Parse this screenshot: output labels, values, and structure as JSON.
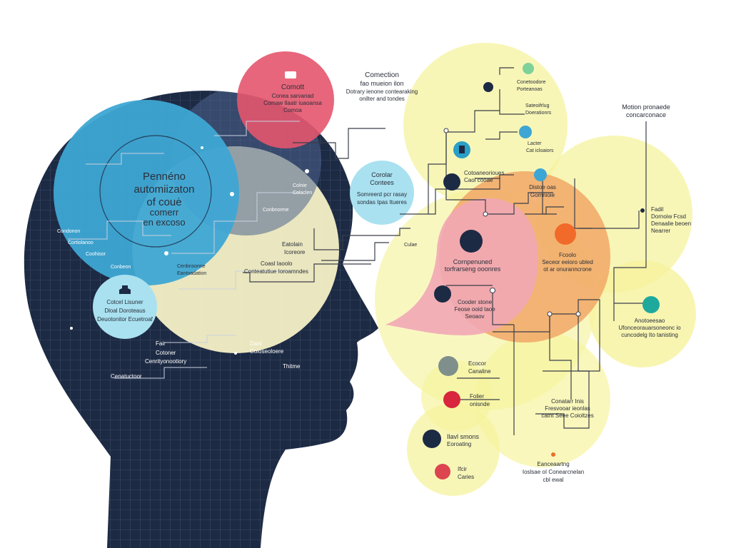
{
  "colors": {
    "head": "#1d2a44",
    "head_grid": "#6f7f9c",
    "blue_circle": "#3ea6d4",
    "red_circle": "#e4556d",
    "cream_blob": "#f5f0c6",
    "yellow_blob": "#f6f39e",
    "orange_circle": "#f2a766",
    "pink_bubble": "#f1a7b5",
    "light_blue_circle": "#a9e1f0",
    "teal_node": "#1ea99c"
  },
  "head_center": {
    "title_lines": [
      "Pennéno",
      "automiizaton",
      "of couė",
      "comerr",
      "en excoso"
    ]
  },
  "red_topic": {
    "icon": "chat-icon",
    "title": "Comott",
    "lines": [
      "Conea sarvanad",
      "Comaw Ilaatr iuaoansa",
      "Comoa"
    ]
  },
  "top_caption": {
    "lines": [
      "Comection",
      "fao mueion ilon",
      "Dotrary ienone contearaking",
      "onilter and tondes"
    ]
  },
  "light_blue_topic": {
    "lines": [
      "Corolar",
      "Contees",
      "Somreerd pcr rasay",
      "sondas Ipas Itueres"
    ]
  },
  "small_blue_topic": {
    "icon": "person-icon",
    "lines": [
      "Cotcel Lisuner",
      "Dloal Doroteaus",
      "Deuotonitor Ecuetroaf"
    ]
  },
  "head_labels": [
    {
      "text": "Condonon"
    },
    {
      "text": "Cortiolanoo"
    },
    {
      "text": "Coohisor"
    },
    {
      "text": "Conbeon"
    },
    {
      "text": "Colnie"
    },
    {
      "text": "Colaclen"
    },
    {
      "text": "Eatolain"
    },
    {
      "text": "Icoreore"
    },
    {
      "text": "Coasl Iaoolo"
    },
    {
      "text": "Conteatutiue Ioroamndes"
    },
    {
      "text": "Cenbnsonne"
    },
    {
      "text": "Eantoadation"
    },
    {
      "text": "Conbnorme"
    },
    {
      "text": "Fair"
    },
    {
      "text": "Cotoner"
    },
    {
      "text": "Cenrityonootiory"
    },
    {
      "text": "Cenatuctoor"
    },
    {
      "text": "Dani"
    },
    {
      "text": "Coloseoloere"
    },
    {
      "text": "Thitme"
    }
  ],
  "right_nodes": [
    {
      "icon": "chart-icon",
      "lines": [
        "Conetoodore",
        "Porteanoas"
      ]
    },
    {
      "icon": "pen-icon",
      "lines": [
        "Sateoifrlug",
        "Doerationrs"
      ]
    },
    {
      "icon": "clip-icon",
      "lines": [
        "Lacter",
        "Cat icloaiors"
      ]
    },
    {
      "icon": "doc-icon",
      "lines": [
        ""
      ]
    },
    {
      "icon": "arrow-icon",
      "lines": [
        "Cotoaneorioues",
        "Caol cooae"
      ]
    },
    {
      "icon": "person-icon",
      "lines": [
        "Distoe oas",
        "Gomnioie"
      ]
    },
    {
      "icon": "cart-icon",
      "lines": [
        "Cornpenuned",
        "torfrarseng ooonres"
      ]
    },
    {
      "icon": "gear-icon",
      "lines": [
        "Fcoolo",
        "Seceor eeioro ubled",
        "ot ar onuranncrone"
      ]
    },
    {
      "icon": "pin-icon",
      "lines": [
        "Fadil",
        "Dornoiw Fcsd",
        "Denaalie beoen",
        "Nearrer"
      ]
    },
    {
      "icon": "tool-icon",
      "lines": [
        "Cooder stone",
        "Feose ooid taoe",
        "Seoaov"
      ]
    },
    {
      "icon": "dot-icon",
      "lines": [
        "Anotoeesao",
        "Ufonceorauarsoneonc io",
        "cuncodelg Ito tanisting"
      ]
    },
    {
      "icon": "box-icon",
      "lines": [
        "Ecocor",
        "Canaline"
      ]
    },
    {
      "icon": "plug-icon",
      "lines": [
        "Folier",
        "onisnde"
      ]
    },
    {
      "icon": "bulb-icon",
      "lines": [
        "Ilavl smons",
        "Eoroating"
      ]
    },
    {
      "icon": "heart-icon",
      "lines": [
        "Ifcir",
        "Caries"
      ]
    }
  ],
  "right_caption_top": {
    "lines": [
      "Motion pronaede",
      "concarconace"
    ]
  },
  "bottom_caption": {
    "lines": [
      "Eanceaartng",
      "Ioslsae oI Conearcnelan",
      "cbl ewal"
    ]
  },
  "sub_caption": {
    "lines": [
      "Conatarr Inis",
      "Fresvooar ieonlas",
      "catnt Seee Coioltzes"
    ]
  },
  "mini_label": "Culae"
}
